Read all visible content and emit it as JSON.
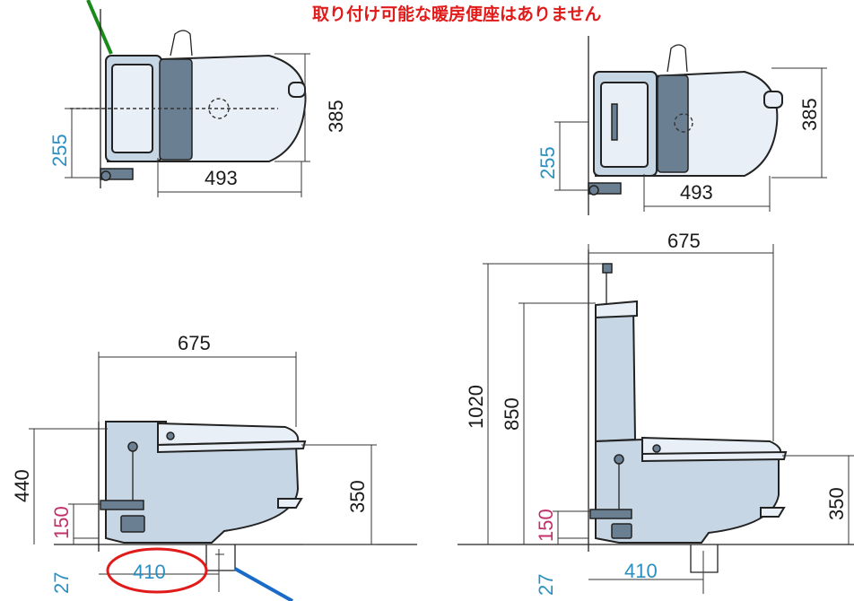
{
  "note": {
    "text": "取り付け可能な暖房便座はありません",
    "color": "#e11a1a"
  },
  "colors": {
    "cyan_dimension": "#2a8fc0",
    "magenta_dimension": "#c0306a",
    "green_arrow": "#1a8a1a",
    "blue_arrow": "#1a6ac8",
    "red_circle": "#e11a1a"
  },
  "views": {
    "top_left_plan": {
      "width": "493",
      "length": "385",
      "offset": "255"
    },
    "top_right_plan": {
      "width": "493",
      "length": "385",
      "offset": "255"
    },
    "bottom_left_side": {
      "overall_depth": "675",
      "height": "440",
      "seat_height": "350",
      "pipe_height": "150",
      "floor_offset": "27",
      "drain_distance": "410"
    },
    "bottom_right_side": {
      "overall_depth": "675",
      "total_height": "1020",
      "tank_height": "850",
      "seat_height": "350",
      "pipe_height": "150",
      "floor_offset": "27",
      "drain_distance": "410"
    }
  }
}
